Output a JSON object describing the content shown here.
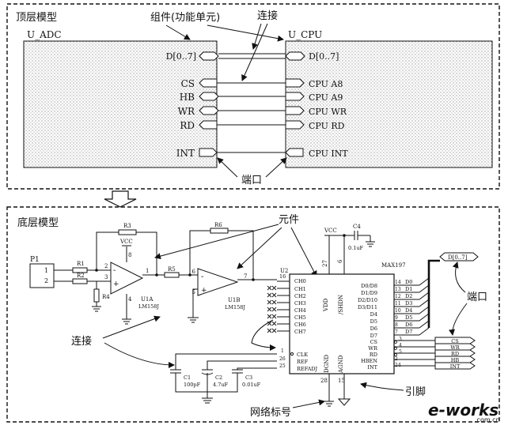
{
  "top": {
    "title": "顶层模型",
    "callout_component": "组件(功能单元)",
    "callout_connection": "连接",
    "callout_port": "端口",
    "left_block_name": "U_ADC",
    "right_block_name": "U_CPU",
    "left_ports": [
      "D[0..7]",
      "CS",
      "HB",
      "WR",
      "RD",
      "INT"
    ],
    "right_ports": [
      "D[0..7]",
      "CPU A8",
      "CPU A9",
      "CPU WR",
      "CPU RD",
      "CPU INT"
    ]
  },
  "bottom": {
    "title": "底层模型",
    "callout_element": "元件",
    "callout_connection": "连接",
    "callout_port": "端口",
    "callout_pin": "引脚",
    "callout_net_label": "网络标号",
    "connector": {
      "ref": "P1",
      "pins": [
        "1",
        "2"
      ]
    },
    "resistors": [
      "R1",
      "R2",
      "R3",
      "R4",
      "R5",
      "R6"
    ],
    "u1a": {
      "ref": "U1A",
      "part": "LM158J",
      "pins": [
        "2",
        "3",
        "1",
        "8",
        "4"
      ],
      "minus": "-",
      "plus": "+"
    },
    "u1b": {
      "ref": "U1B",
      "part": "LM158J",
      "pins": [
        "6",
        "5",
        "7"
      ],
      "minus": "-",
      "plus": "+"
    },
    "vcc": "VCC",
    "u2": {
      "ref": "U2",
      "part": "MAX197",
      "left_pins": [
        "CH0",
        "CH1",
        "CH2",
        "CH3",
        "CH4",
        "CH5",
        "CH6",
        "CH7"
      ],
      "ctrl_pins": [
        "CLK",
        "REF",
        "REFADJ"
      ],
      "top_pins": [
        "VDD",
        "/SHDN"
      ],
      "top_pin_nums": [
        "27",
        "6"
      ],
      "bottom_pins": [
        "DGND",
        "AGND"
      ],
      "bottom_pin_nums": [
        "28",
        "15"
      ],
      "right_pins": [
        "D0/D8",
        "D1/D9",
        "D2/D10",
        "D3/D11",
        "D4",
        "D5",
        "D6",
        "D7",
        "CS",
        "WR",
        "RD",
        "HBEN",
        "INT"
      ],
      "right_pin_nums": [
        "14",
        "13",
        "12",
        "11",
        "10",
        "9",
        "8",
        "7",
        "3",
        "4",
        "5",
        "2",
        "24"
      ],
      "ch0_pin": "16",
      "ctrl_pin_nums": [
        "1",
        "26",
        "25"
      ]
    },
    "capacitors": [
      {
        "ref": "C1",
        "value": "100pF"
      },
      {
        "ref": "C2",
        "value": "4.7uF"
      },
      {
        "ref": "C3",
        "value": "0.01uF"
      },
      {
        "ref": "C4",
        "value": "0.1uF"
      }
    ],
    "data_lines": [
      "D0",
      "D1",
      "D2",
      "D3",
      "D4",
      "D5",
      "D6",
      "D7"
    ],
    "bus_port": "D[0..7]",
    "ports_right": [
      "CS",
      "WR",
      "RD",
      "HB",
      "INT"
    ]
  },
  "watermark": {
    "text": "e-works",
    "suffix": ".com.cn"
  }
}
